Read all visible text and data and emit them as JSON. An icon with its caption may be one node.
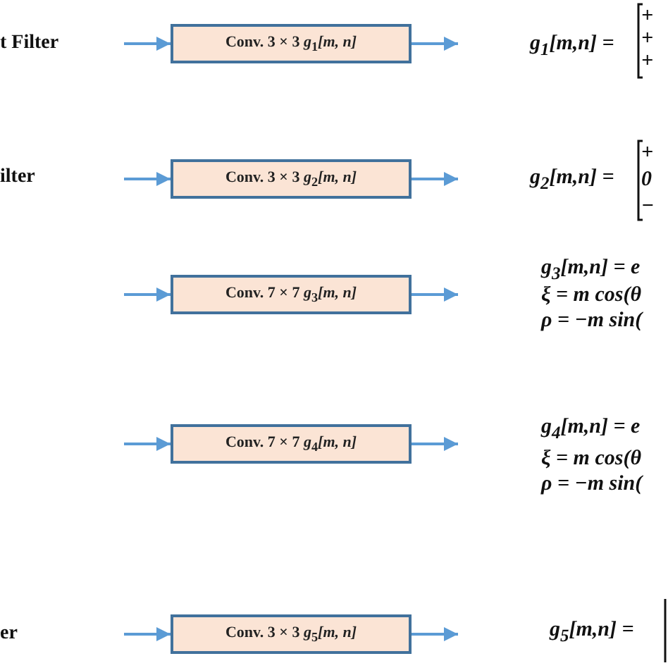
{
  "diagram": {
    "nodes": [
      {
        "text": [
          "Conv. 3 × 3 *g*$_{1}$*[m, n]*"
        ]
      },
      {
        "text": [
          "Conv. 3 × 3 *g*$_{2}$*[m, n]*"
        ]
      },
      {
        "text": [
          "Conv. 7 × 7 *g*$_{3}$*[m, n]*"
        ]
      },
      {
        "text": [
          "Conv. 7 × 7 *g*$_{4}$*[m, n]*"
        ]
      },
      {
        "text": [
          "Conv. 3 × 3 *g*$_{5}$*[m, n]*"
        ]
      }
    ],
    "edges": [
      {
        "from": null,
        "to": 0,
        "arrow": "to"
      },
      {
        "from": 0,
        "to": null,
        "arrow": "to"
      },
      {
        "from": null,
        "to": 1,
        "arrow": "to"
      },
      {
        "from": 1,
        "to": null,
        "arrow": "to"
      },
      {
        "from": null,
        "to": 2,
        "arrow": "to"
      },
      {
        "from": 2,
        "to": null,
        "arrow": "to"
      },
      {
        "from": null,
        "to": 3,
        "arrow": "to"
      },
      {
        "from": 3,
        "to": null,
        "arrow": "to"
      },
      {
        "from": null,
        "to": 4,
        "arrow": "to"
      },
      {
        "from": 4,
        "to": null,
        "arrow": "to"
      }
    ],
    "labels": [
      "t Filter",
      "g$_{1}$[m,n] =",
      "+",
      "+",
      "+",
      "ilter",
      "g$_{2}$[m,n] =",
      "+",
      "0",
      "−",
      "g$_{3}$[m,n] = e",
      "ξ = m cos(θ",
      "ρ = −m sin(",
      "g$_{4}$[m,n] = e",
      "ξ = m cos(θ",
      "ρ = −m sin(",
      "er",
      "g$_{5}$[m,n] ="
    ]
  }
}
